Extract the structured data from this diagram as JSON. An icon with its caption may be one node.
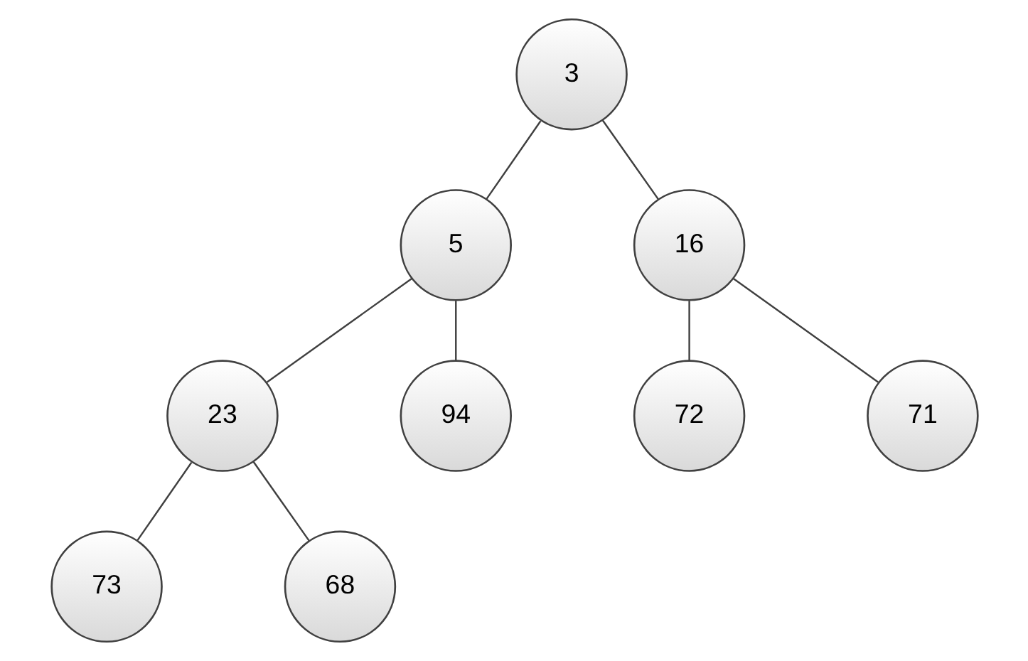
{
  "diagram": {
    "nodes": [
      {
        "text": [
          "3"
        ]
      },
      {
        "text": [
          "5"
        ]
      },
      {
        "text": [
          "16"
        ]
      },
      {
        "text": [
          "23"
        ]
      },
      {
        "text": [
          "94"
        ]
      },
      {
        "text": [
          "72"
        ]
      },
      {
        "text": [
          "71"
        ]
      },
      {
        "text": [
          "73"
        ]
      },
      {
        "text": [
          "68"
        ]
      }
    ],
    "edges": [
      {
        "from": 0,
        "to": 1,
        "arrow": "none"
      },
      {
        "from": 0,
        "to": 2,
        "arrow": "none"
      },
      {
        "from": 1,
        "to": 3,
        "arrow": "none"
      },
      {
        "from": 1,
        "to": 4,
        "arrow": "none"
      },
      {
        "from": 2,
        "to": 5,
        "arrow": "none"
      },
      {
        "from": 2,
        "to": 6,
        "arrow": "none"
      },
      {
        "from": 3,
        "to": 7,
        "arrow": "none"
      },
      {
        "from": 3,
        "to": 8,
        "arrow": "none"
      }
    ]
  }
}
